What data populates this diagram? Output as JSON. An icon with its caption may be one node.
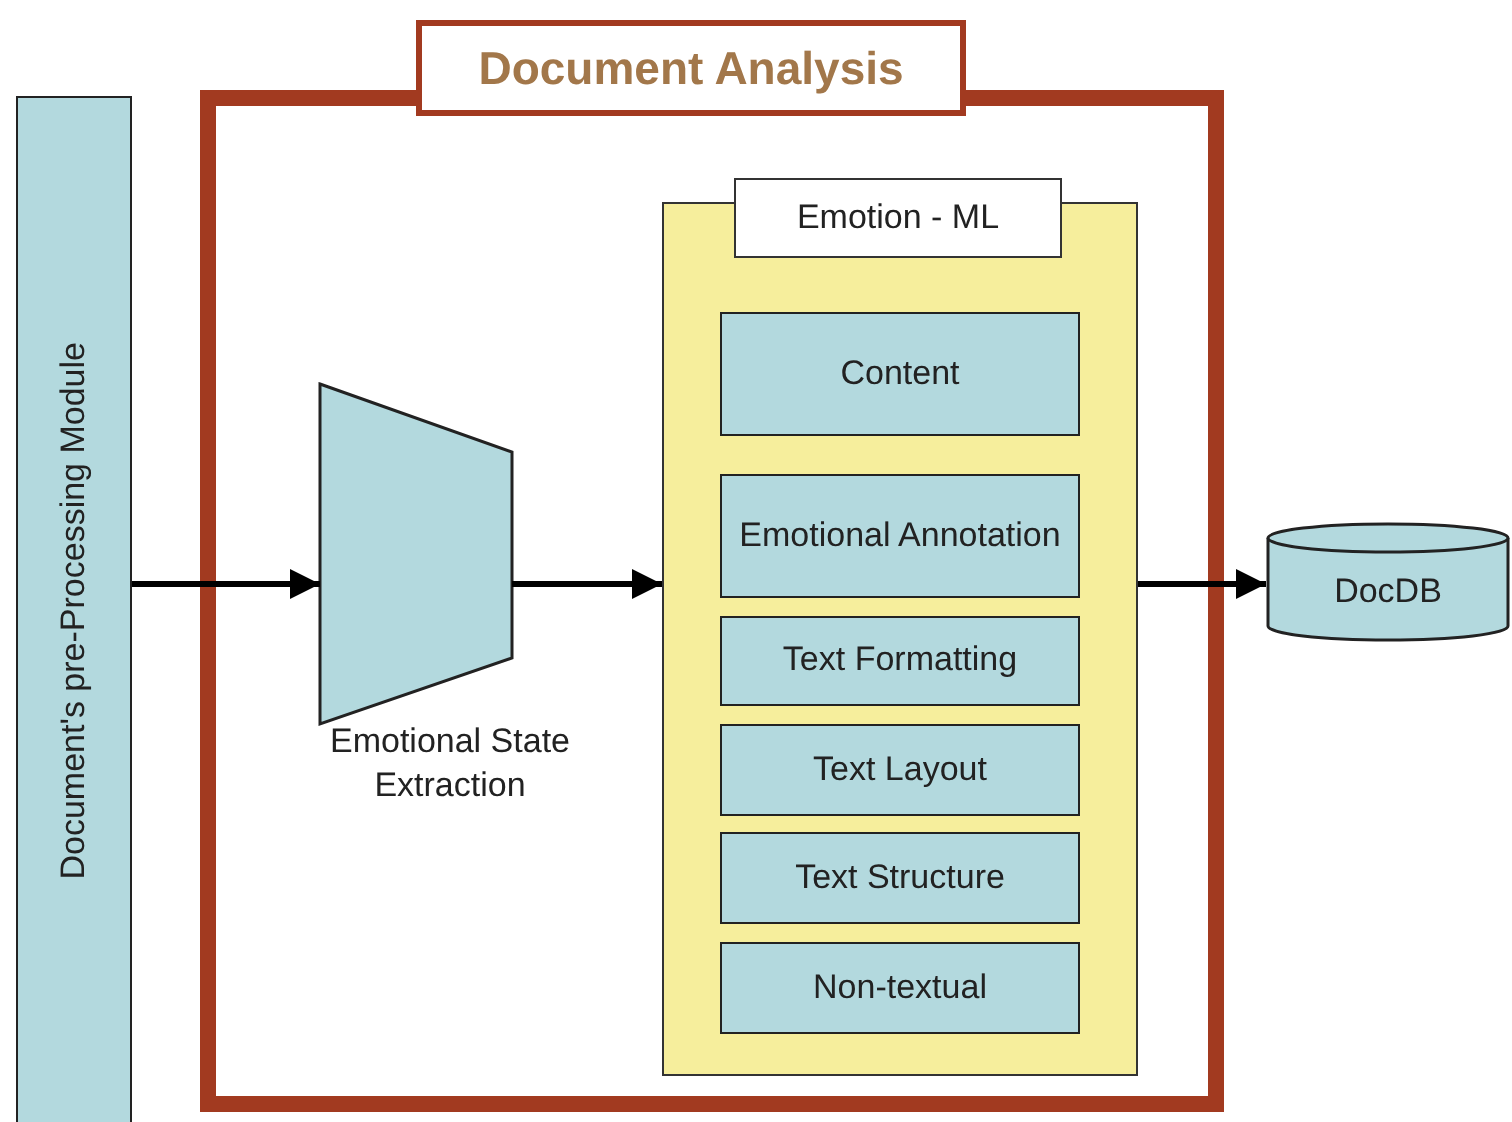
{
  "diagram": {
    "nodes": [
      {
        "text": [
          "Document's pre-Processing Module"
        ]
      },
      {
        "text": [
          "Document Analysis"
        ]
      },
      {
        "text": [],
        "shape": "trapezoid",
        "beside": [
          "Emotional State Extraction"
        ],
        "in": 1
      },
      {
        "text": [
          "Emotion - ML"
        ],
        "in": 1
      },
      {
        "text": [
          "Content"
        ],
        "in": 3
      },
      {
        "text": [
          "Emotional Annotation"
        ],
        "in": 3
      },
      {
        "text": [
          "Text Formatting"
        ],
        "in": 3
      },
      {
        "text": [
          "Text Layout"
        ],
        "in": 3
      },
      {
        "text": [
          "Text Structure"
        ],
        "in": 3
      },
      {
        "text": [
          "Non-textual"
        ],
        "in": 3
      },
      {
        "text": [
          "DocDB"
        ]
      }
    ],
    "edges": [
      {
        "from": 0,
        "to": 2,
        "arrow": "to"
      },
      {
        "from": 2,
        "to": 3,
        "arrow": "to"
      },
      {
        "from": 3,
        "to": 10,
        "arrow": "to"
      }
    ]
  }
}
